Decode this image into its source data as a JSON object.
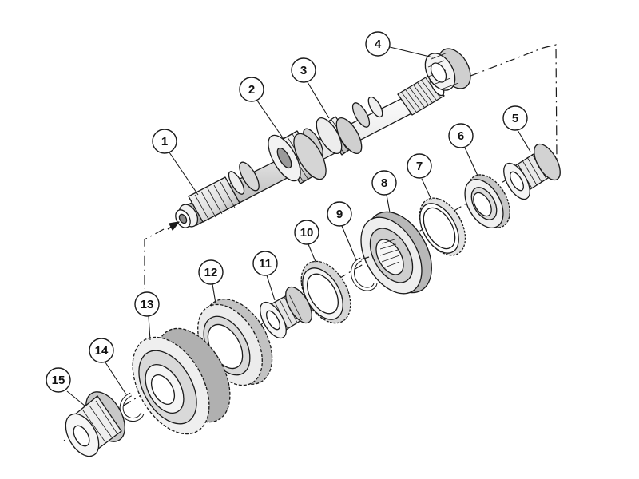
{
  "diagram": {
    "type": "exploded-view",
    "colors": {
      "line": "#1a1a1a",
      "fill": "#f7f7f7",
      "shade": "#b8b8b8",
      "dark": "#6e6e6e",
      "background": "#ffffff"
    },
    "callouts": [
      {
        "id": "c1",
        "label": "1"
      },
      {
        "id": "c2",
        "label": "2"
      },
      {
        "id": "c3",
        "label": "3"
      },
      {
        "id": "c4",
        "label": "4"
      },
      {
        "id": "c5",
        "label": "5"
      },
      {
        "id": "c6",
        "label": "6"
      },
      {
        "id": "c7",
        "label": "7"
      },
      {
        "id": "c8",
        "label": "8"
      },
      {
        "id": "c9",
        "label": "9"
      },
      {
        "id": "c10",
        "label": "10"
      },
      {
        "id": "c11",
        "label": "11"
      },
      {
        "id": "c12",
        "label": "12"
      },
      {
        "id": "c13",
        "label": "13"
      },
      {
        "id": "c14",
        "label": "14"
      },
      {
        "id": "c15",
        "label": "15"
      }
    ]
  }
}
